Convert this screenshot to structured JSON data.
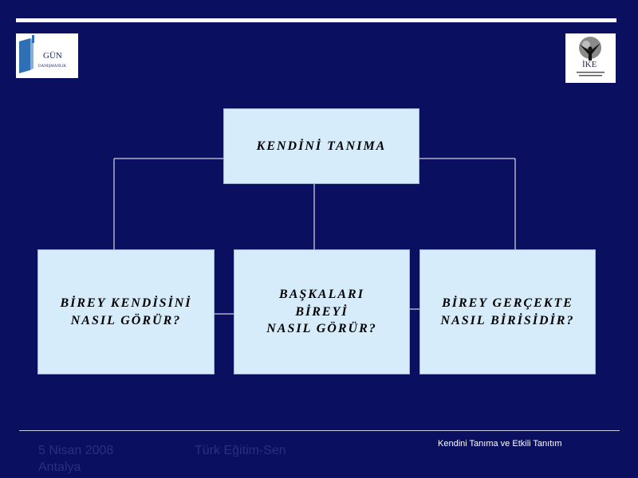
{
  "logos": {
    "left": {
      "name": "GÜN",
      "subtitle": "DANIŞMANLIK"
    },
    "right": {
      "name": "İKE"
    }
  },
  "diagram": {
    "root": {
      "label": "KENDİNİ TANIMA"
    },
    "children": [
      {
        "label": "BİREY KENDİSİNİ\nNASIL GÖRÜR?"
      },
      {
        "label": "BAŞKALARI\nBİREYİ\nNASIL GÖRÜR?"
      },
      {
        "label": "BİREY GERÇEKTE\nNASIL BİRİSİDİR?"
      }
    ]
  },
  "footer": {
    "date": "5 Nisan 2008\nAntalya",
    "organization": "Türk Eğitim-Sen",
    "title": "Kendini Tanıma ve Etkili Tanıtım"
  },
  "colors": {
    "background": "#0b0f5f",
    "node_fill": "#d6ecfb",
    "connector": "#ffffff"
  }
}
